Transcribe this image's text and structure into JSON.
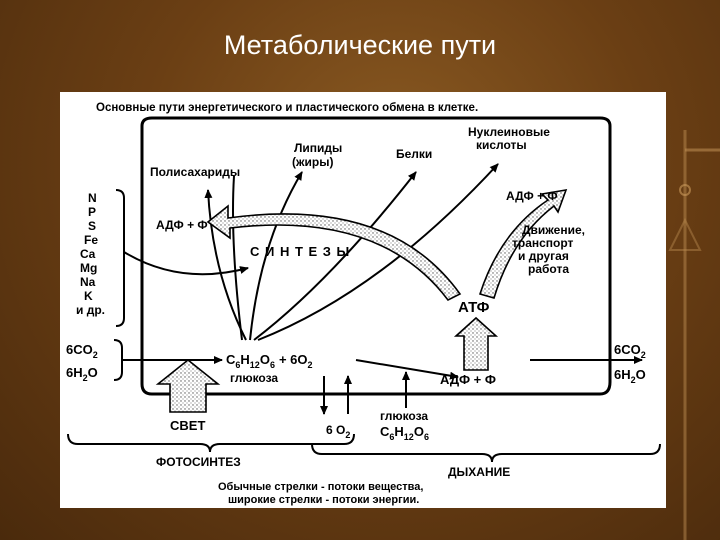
{
  "slide": {
    "title": "Метаболические пути"
  },
  "diagram": {
    "header": "Основные пути энергетического и пластического обмена в клетке.",
    "elements": [
      "N",
      "P",
      "S",
      "Fe",
      "Ca",
      "Mg",
      "Na",
      "K",
      "и др."
    ],
    "products": {
      "polysaccharides": "Полисахариды",
      "lipids_1": "Липиды",
      "lipids_2": "(жиры)",
      "proteins": "Белки",
      "nucleic_1": "Нуклеиновые",
      "nucleic_2": "кислоты"
    },
    "adf_left": "АДФ + Ф",
    "adf_right": "АДФ + Ф",
    "adf_bottom": "АДФ + Ф",
    "work": [
      "Движение,",
      "транспорт",
      "и другая",
      "работа"
    ],
    "synthesis": "С И Н Т Е З Ы",
    "atf": "АТФ",
    "inputs": {
      "co2": "6CO",
      "co2_sub": "2",
      "h2o": "6H",
      "h2o_sub": "2",
      "h2o_tail": "O"
    },
    "outputs": {
      "co2": "6CO",
      "co2_sub": "2",
      "h2o": "6H",
      "h2o_sub": "2",
      "h2o_tail": "O"
    },
    "glucose_formula": {
      "c": "C",
      "c_sub": "6",
      "h": "H",
      "h_sub": "12",
      "o": "O",
      "o_sub": "6",
      "plus": "+ 6",
      "o2": "O",
      "o2_sub": "2"
    },
    "glucose_label": "глюкоза",
    "glucose_lower": "глюкоза",
    "glucose_lower_formula": {
      "c": "C",
      "c_sub": "6",
      "h": "H",
      "h_sub": "12",
      "o": "O",
      "o_sub": "6"
    },
    "oxygen_lower": {
      "n": "6 O",
      "sub": "2"
    },
    "light": "СВЕТ",
    "photosynthesis": "ФОТОСИНТЕЗ",
    "respiration": "ДЫХАНИЕ",
    "legend_1": "Обычные стрелки - потоки вещества,",
    "legend_2": "широкие стрелки - потоки энергии."
  }
}
